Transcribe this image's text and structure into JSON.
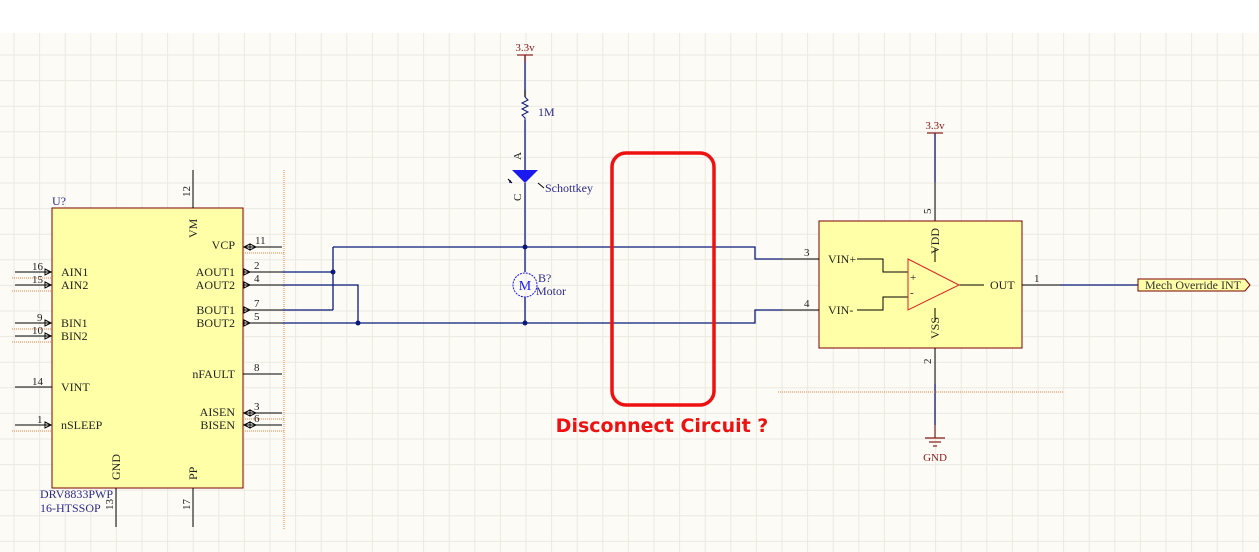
{
  "schematic": {
    "colors": {
      "background": "#fdfbf5",
      "grid": "#ece9e2",
      "wire": "#0a1a7a",
      "component_fill": "#ffffa8",
      "component_border": "#7a0000",
      "power": "#8b1a1a",
      "annotation": "#ee1111",
      "nc_dotted": "#f08040",
      "opamp_outline": "#dd2222",
      "diode": "#1a1aee"
    },
    "driver_ic": {
      "designator": "U?",
      "part": "DRV8833PWP",
      "package": "16-HTSSOP",
      "left_pins": [
        {
          "num": "16",
          "name": "AIN1"
        },
        {
          "num": "15",
          "name": "AIN2"
        },
        {
          "num": "9",
          "name": "BIN1"
        },
        {
          "num": "10",
          "name": "BIN2"
        },
        {
          "num": "14",
          "name": "VINT"
        },
        {
          "num": "1",
          "name": "nSLEEP"
        }
      ],
      "right_pins": [
        {
          "num": "11",
          "name": "VCP"
        },
        {
          "num": "2",
          "name": "AOUT1"
        },
        {
          "num": "4",
          "name": "AOUT2"
        },
        {
          "num": "7",
          "name": "BOUT1"
        },
        {
          "num": "5",
          "name": "BOUT2"
        },
        {
          "num": "8",
          "name": "nFAULT"
        },
        {
          "num": "3",
          "name": "AISEN"
        },
        {
          "num": "6",
          "name": "BISEN"
        }
      ],
      "top_pins": [
        {
          "num": "12",
          "name": "VM"
        }
      ],
      "bottom_pins": [
        {
          "num": "13",
          "name": "GND"
        },
        {
          "num": "17",
          "name": "PP"
        }
      ]
    },
    "supply_top": {
      "label": "3.3v"
    },
    "resistor": {
      "value": "1M"
    },
    "diode": {
      "anode": "A",
      "cathode": "C",
      "label": "Schottkey"
    },
    "motor": {
      "symbol": "M",
      "designator": "B?",
      "label": "Motor"
    },
    "comparator": {
      "supply_label": "3.3v",
      "ground_label": "GND",
      "pins": {
        "vin_plus": {
          "num": "3",
          "name": "VIN+"
        },
        "vin_minus": {
          "num": "4",
          "name": "VIN-"
        },
        "out": {
          "num": "1",
          "name": "OUT"
        },
        "vdd": {
          "num": "5",
          "name": "VDD"
        },
        "vss": {
          "num": "2",
          "name": "VSS"
        }
      },
      "plus_sign": "+",
      "minus_sign": "-"
    },
    "net_port": {
      "label": "Mech Override INT"
    },
    "annotation": {
      "text": "Disconnect Circuit ?"
    }
  }
}
